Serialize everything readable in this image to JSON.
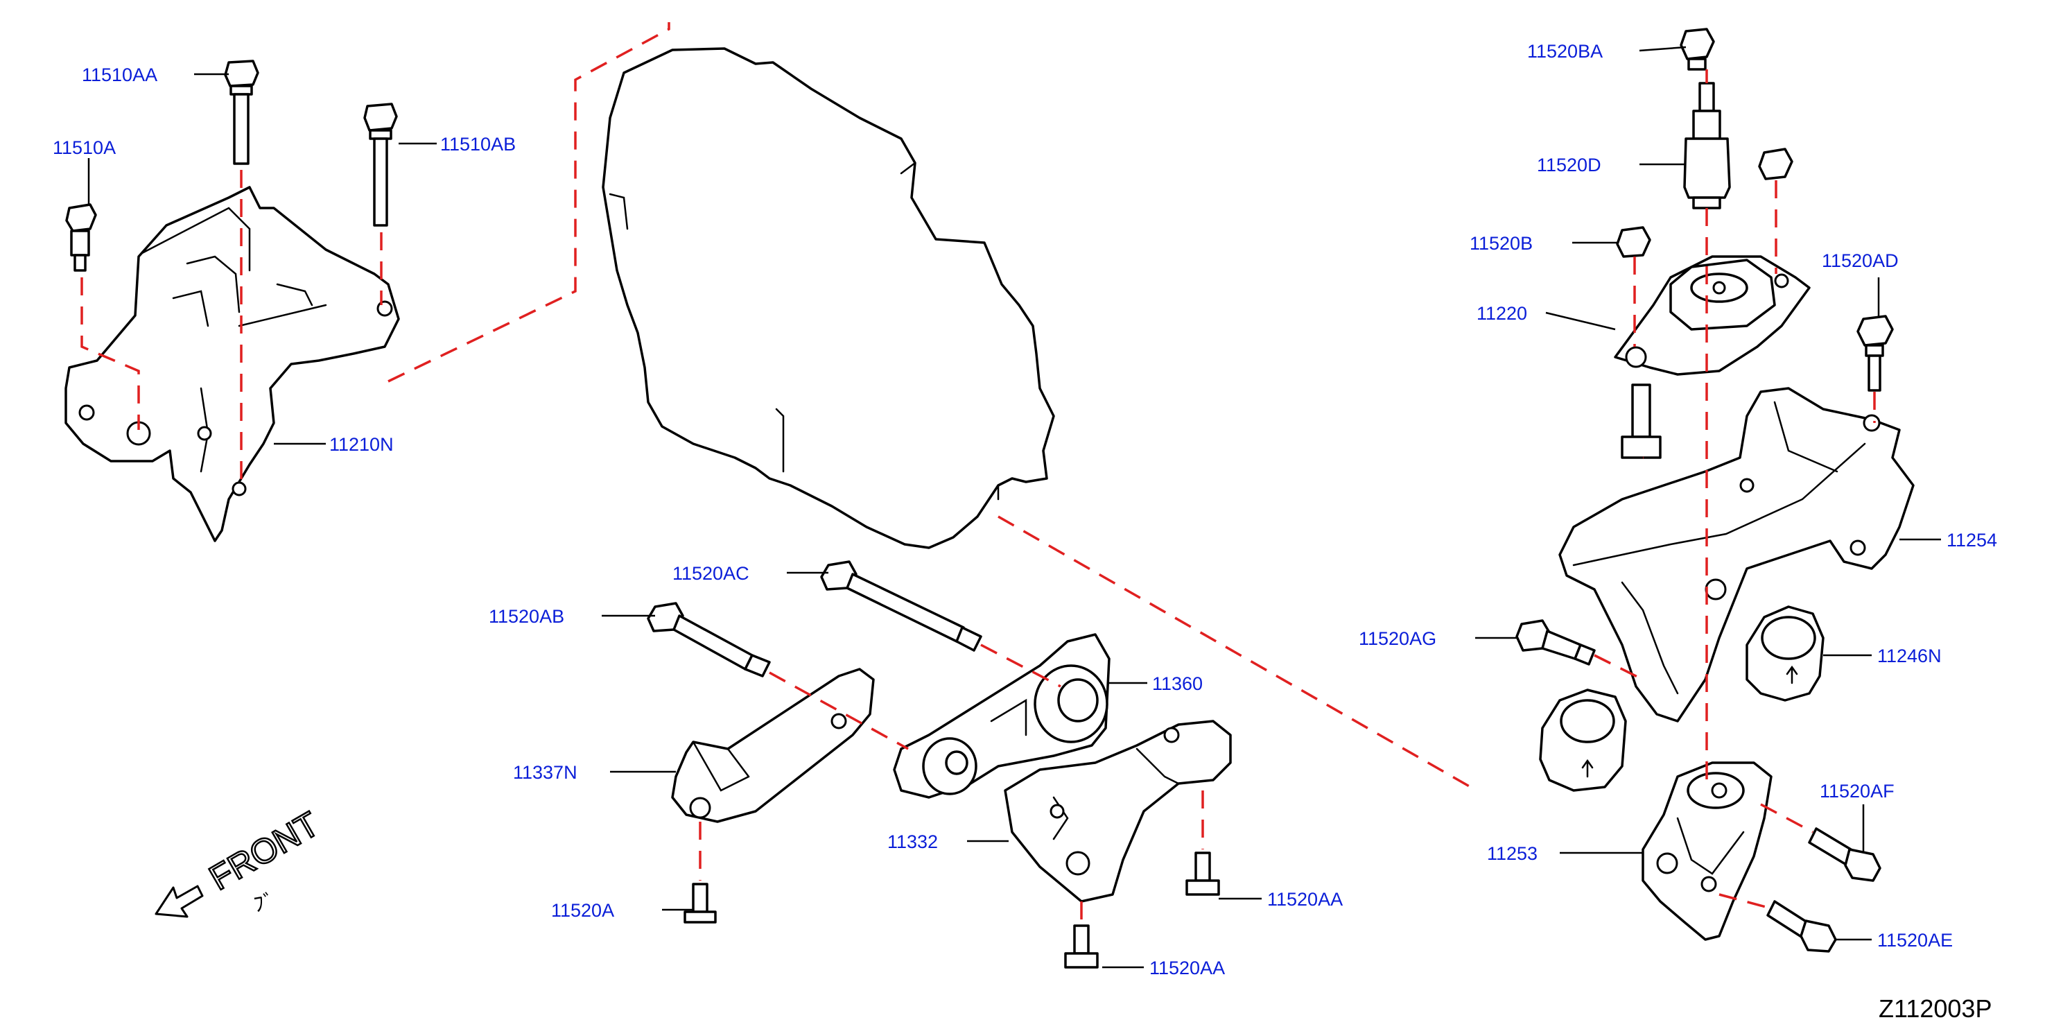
{
  "colors": {
    "label": "#0a1ed8",
    "line": "#000000",
    "dash": "#e02020",
    "background": "#ffffff"
  },
  "diagram_code": "Z112003P",
  "front_label": "FRONT",
  "front_note": "ﾌﾞ",
  "labels": {
    "p11510AA": "11510AA",
    "p11510A": "11510A",
    "p11510AB": "11510AB",
    "p11210N": "11210N",
    "p11520AC": "11520AC",
    "p11520AB": "11520AB",
    "p11360": "11360",
    "p11337N": "11337N",
    "p11332": "11332",
    "p11520A": "11520A",
    "p11520AA_a": "11520AA",
    "p11520AA_b": "11520AA",
    "p11520BA": "11520BA",
    "p11520D": "11520D",
    "p11520B": "11520B",
    "p11520AD": "11520AD",
    "p11220": "11220",
    "p11254": "11254",
    "p11520AG": "11520AG",
    "p11246N": "11246N",
    "p11520AF": "11520AF",
    "p11253": "11253",
    "p11520AE": "11520AE"
  }
}
